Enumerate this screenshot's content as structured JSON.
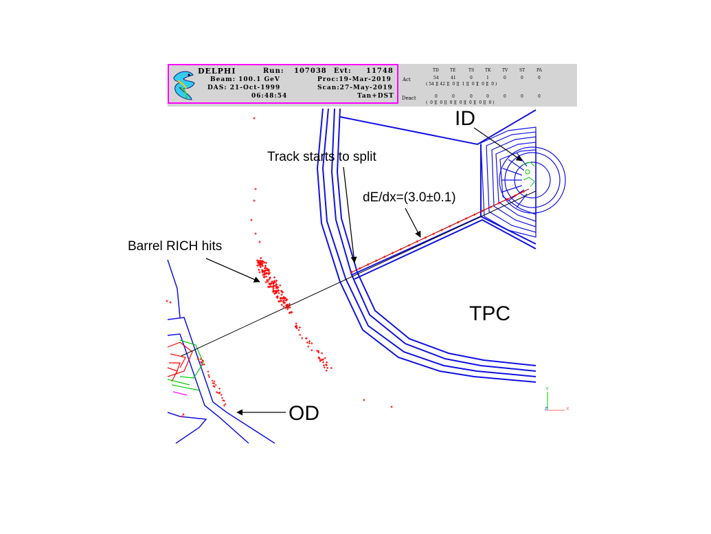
{
  "header": {
    "experiment": "DELPHI",
    "run_label": "Run:",
    "run_value": "107038",
    "evt_label": "Evt:",
    "evt_value": "11748",
    "beam_line": "Beam: 100.1 GeV",
    "proc_line": "Proc:19-Mar-2019",
    "das_line": "DAS: 21-Oct-1999",
    "scan_line": "Scan:27-May-2019",
    "time_line": "06:48:54",
    "data_type": "Tan+DST"
  },
  "status_panel": {
    "columns": [
      "TD",
      "TE",
      "TS",
      "TK",
      "TV",
      "ST",
      "PA"
    ],
    "act_label": "Act",
    "act_row1": [
      "54",
      "41",
      "0",
      "1",
      "0",
      "0",
      "0"
    ],
    "act_row2": "( 54 ][ 42 ][  0 ][  1 ][  0 ][  0 ][  0 )",
    "deact_label": "Deact",
    "deact_row1": [
      "0",
      "0",
      "0",
      "0",
      "0",
      "0",
      "0"
    ],
    "deact_row2": "(  0 ][  0 ][  0 ][  0 ][  0 ][  0 ][  0 )"
  },
  "annotations": {
    "id": "ID",
    "track_split": "Track starts to split",
    "dedx": "dE/dx=(3.0±0.1)",
    "rich": "Barrel RICH hits",
    "tpc": "TPC",
    "od": "OD"
  },
  "axes": {
    "y": "Y",
    "x": "X",
    "z": "Z"
  },
  "colors": {
    "detector": "#1010e0",
    "hits": "#ff0000",
    "green": "#00cc00",
    "header_border": "#ff00ff",
    "header_bg": "#d4d4d4"
  }
}
